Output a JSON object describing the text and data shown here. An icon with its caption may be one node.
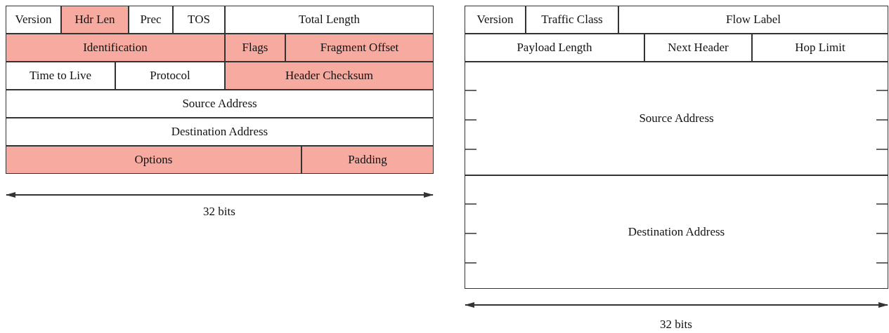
{
  "diagram": {
    "nodes": [
      {
        "text": [
          "Version"
        ]
      },
      {
        "text": [
          "Hdr Len"
        ]
      },
      {
        "text": [
          "Prec"
        ]
      },
      {
        "text": [
          "TOS"
        ]
      },
      {
        "text": [
          "Total Length"
        ]
      },
      {
        "text": [
          "Identification"
        ]
      },
      {
        "text": [
          "Flags"
        ]
      },
      {
        "text": [
          "Fragment Offset"
        ]
      },
      {
        "text": [
          "Time to Live"
        ]
      },
      {
        "text": [
          "Protocol"
        ]
      },
      {
        "text": [
          "Header Checksum"
        ]
      },
      {
        "text": [
          "Source Address"
        ]
      },
      {
        "text": [
          "Destination Address"
        ]
      },
      {
        "text": [
          "Options"
        ]
      },
      {
        "text": [
          "Padding"
        ]
      },
      {
        "text": [
          "Version"
        ]
      },
      {
        "text": [
          "Traffic Class"
        ]
      },
      {
        "text": [
          "Flow Label"
        ]
      },
      {
        "text": [
          "Payload Length"
        ]
      },
      {
        "text": [
          "Next Header"
        ]
      },
      {
        "text": [
          "Hop Limit"
        ]
      },
      {
        "text": [
          "Source Address"
        ]
      },
      {
        "text": [
          "Destination Address"
        ]
      }
    ],
    "edges": [],
    "labels": [
      "32 bits",
      "32 bits"
    ]
  }
}
